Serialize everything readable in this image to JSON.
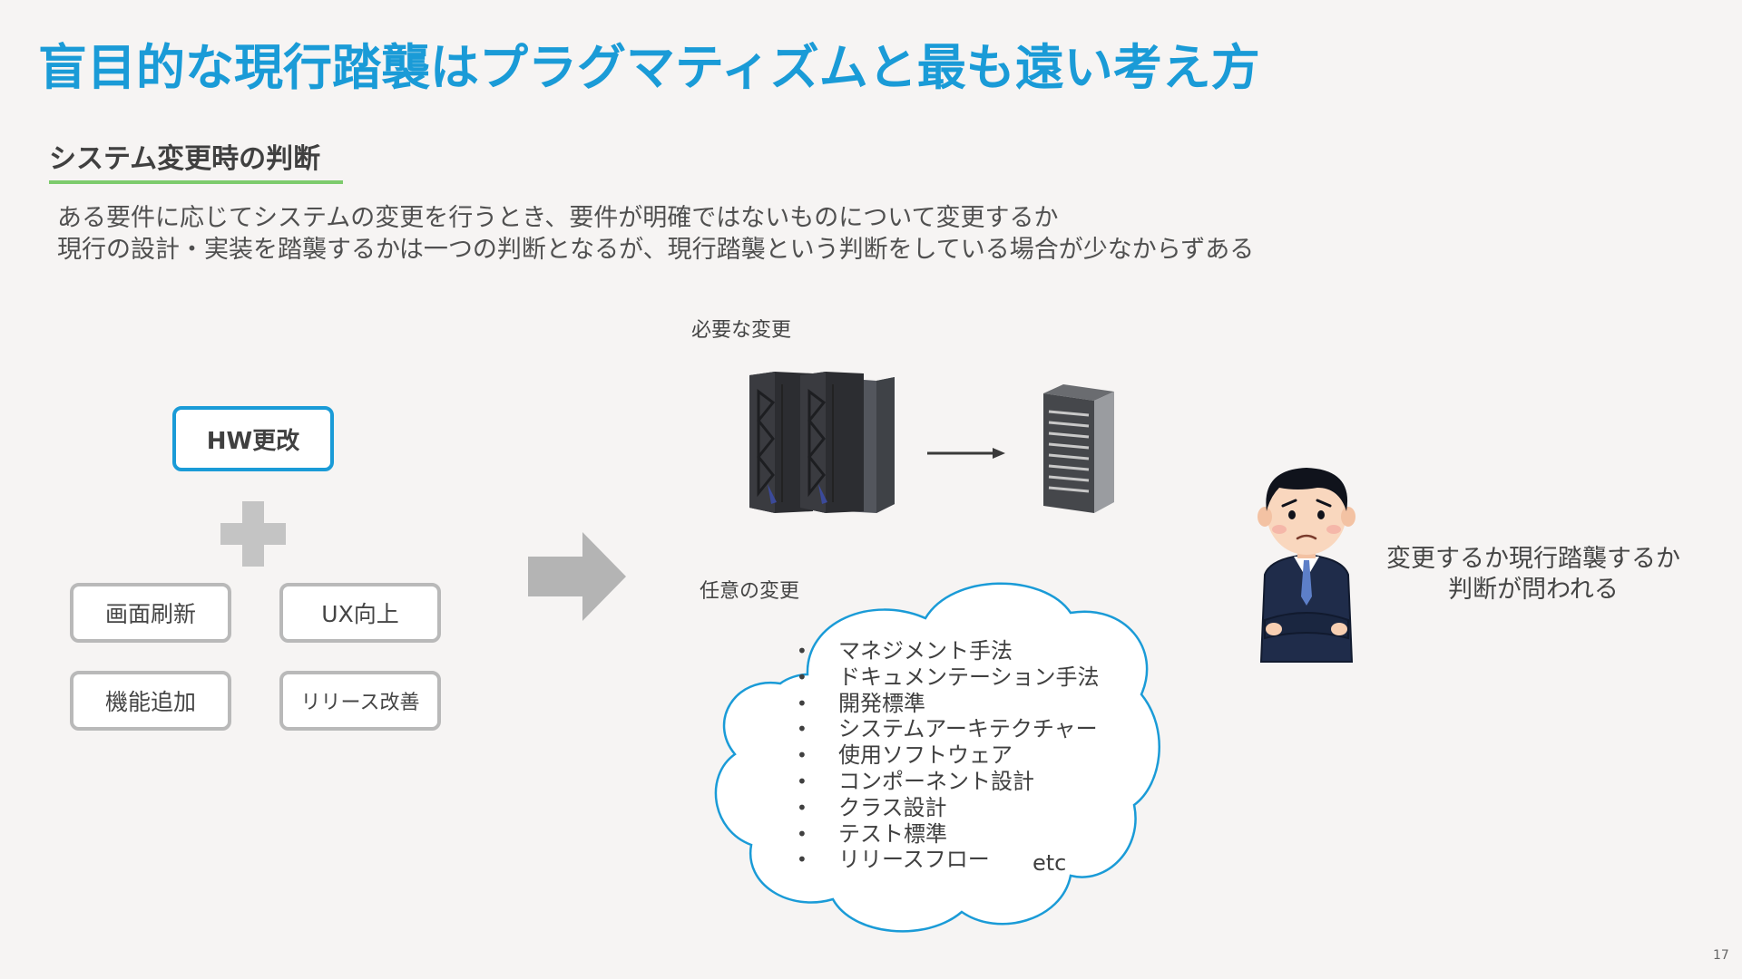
{
  "title": "盲目的な現行踏襲はプラグマティズムと最も遠い考え方",
  "subheading": "システム変更時の判断",
  "description": [
    "ある要件に応じてシステムの変更を行うとき、要件が明確ではないものについて変更するか",
    "現行の設計・実装を踏襲するかは一つの判断となるが、現行踏襲という判断をしている場合が少なからずある"
  ],
  "left_panel": {
    "primary": "HW更改",
    "plus_icon": "plus-icon",
    "items": [
      "画面刷新",
      "UX向上",
      "機能追加",
      "リリース改善"
    ]
  },
  "required_change": {
    "label": "必要な変更",
    "from_icon": "mainframe-icon",
    "to_icon": "server-tower-icon"
  },
  "optional_change": {
    "label": "任意の変更",
    "items": [
      "マネジメント手法",
      "ドキュメンテーション手法",
      "開発標準",
      "システムアーキテクチャー",
      "使用ソフトウェア",
      "コンポーネント設計",
      "クラス設計",
      "テスト標準",
      "リリースフロー"
    ],
    "etc": "etc"
  },
  "person": {
    "icon": "worried-businessman-icon",
    "caption": [
      "変更するか現行踏襲するか",
      "判断が問われる"
    ]
  },
  "page_number": "17",
  "colors": {
    "accent": "#1a9bd7",
    "underline": "#7dcb6c",
    "box_border": "#b9b9b9",
    "arrow": "#b4b4b4",
    "background": "#f6f4f3"
  }
}
